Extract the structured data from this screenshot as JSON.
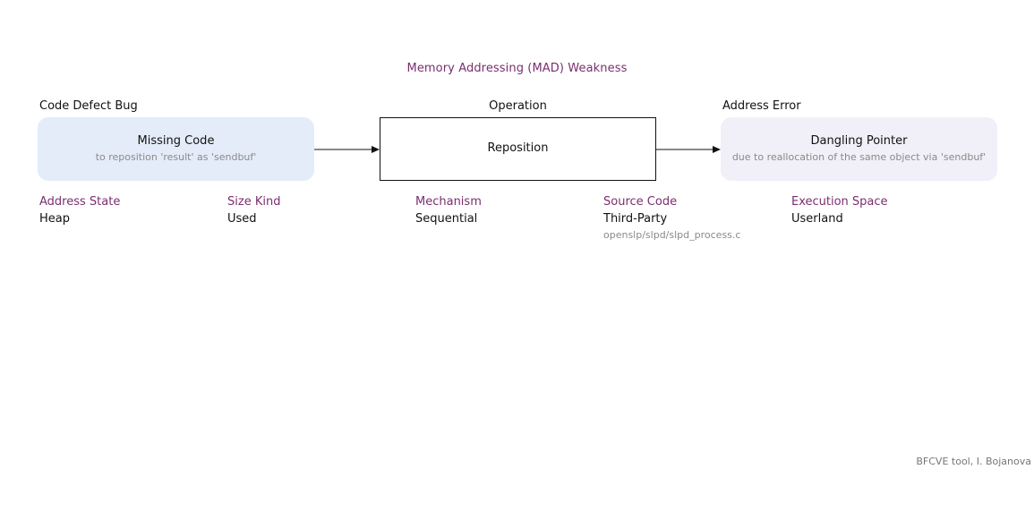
{
  "title": "Memory Addressing (MAD) Weakness",
  "headers": {
    "cause": "Code Defect Bug",
    "operation": "Operation",
    "consequence": "Address Error"
  },
  "boxes": {
    "cause": {
      "title": "Missing Code",
      "subtitle": "to reposition 'result' as 'sendbuf'"
    },
    "operation": {
      "title": "Reposition"
    },
    "consequence": {
      "title": "Dangling Pointer",
      "subtitle": "due to reallocation of the same object via 'sendbuf'"
    }
  },
  "attributes": [
    {
      "label": "Address State",
      "value": "Heap"
    },
    {
      "label": "Size Kind",
      "value": "Used"
    },
    {
      "label": "Mechanism",
      "value": "Sequential"
    },
    {
      "label": "Source Code",
      "value": "Third-Party",
      "note": "openslp/slpd/slpd_process.c"
    },
    {
      "label": "Execution Space",
      "value": "Userland"
    }
  ],
  "footer": "BFCVE tool, I. Bojanova",
  "colors": {
    "accent": "#7a2e6e",
    "cause_fill": "#e4ecf9",
    "consequence_fill": "#f1eff7"
  }
}
